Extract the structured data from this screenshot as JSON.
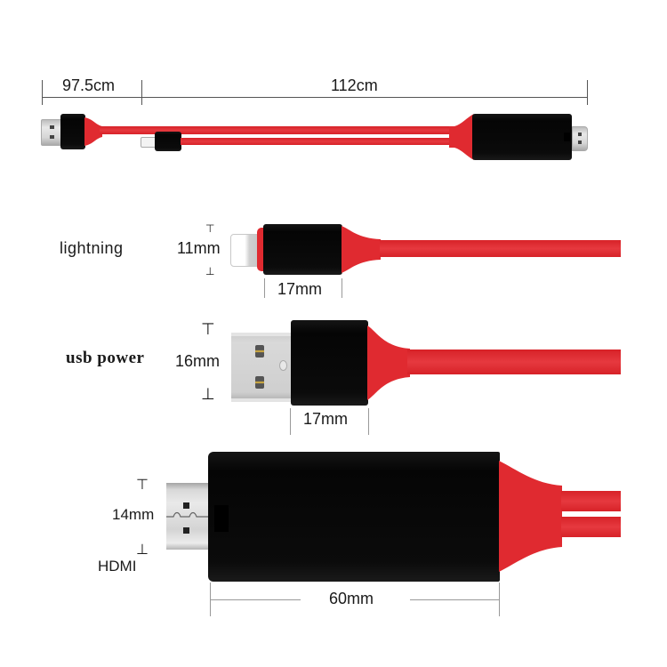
{
  "overview": {
    "dim_left": "97.5cm",
    "dim_right": "112cm"
  },
  "lightning": {
    "label": "lightning",
    "height": "11mm",
    "width": "17mm"
  },
  "usb": {
    "label": "usb power",
    "height": "16mm",
    "width": "17mm"
  },
  "hdmi": {
    "label": "HDMI",
    "height": "14mm",
    "width": "60mm"
  },
  "colors": {
    "cable_red": "#e02a30",
    "housing_black": "#0b0b0b",
    "connector_metal": "#d6d6d6"
  }
}
